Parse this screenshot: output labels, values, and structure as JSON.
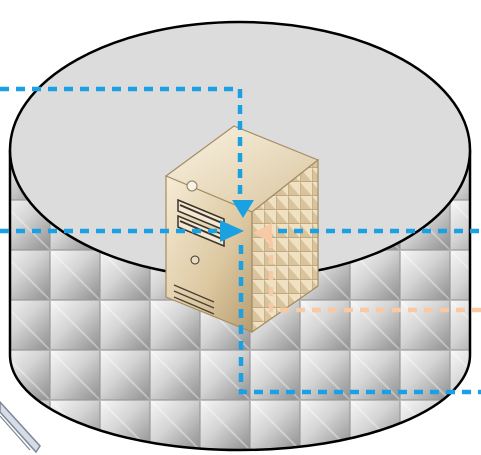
{
  "colors": {
    "background": "#ffffff",
    "top_fill": "#dcdcdc",
    "outline": "#000000",
    "tile_light": "#f4f4f4",
    "tile_mid": "#c8c8c8",
    "tile_dark": "#8f8f8f",
    "flow_blue": "#1ba1e2",
    "flow_peach": "#f7c9a4",
    "server_light": "#f2e6cc",
    "server_mid": "#d8c39c",
    "server_dark": "#a88f66"
  },
  "icons": {
    "cylinder": "storage-cylinder-icon",
    "server": "tower-server-icon"
  },
  "flows": [
    {
      "id": "flow-top",
      "color": "flow_blue",
      "style": "dashed",
      "arrowhead": "down"
    },
    {
      "id": "flow-middle",
      "color": "flow_blue",
      "style": "dashed",
      "arrowhead": "right"
    },
    {
      "id": "flow-bottom",
      "color": "flow_blue",
      "style": "dashed",
      "arrowhead": "none"
    },
    {
      "id": "flow-return",
      "color": "flow_peach",
      "style": "dashed",
      "arrowhead": "left"
    }
  ]
}
